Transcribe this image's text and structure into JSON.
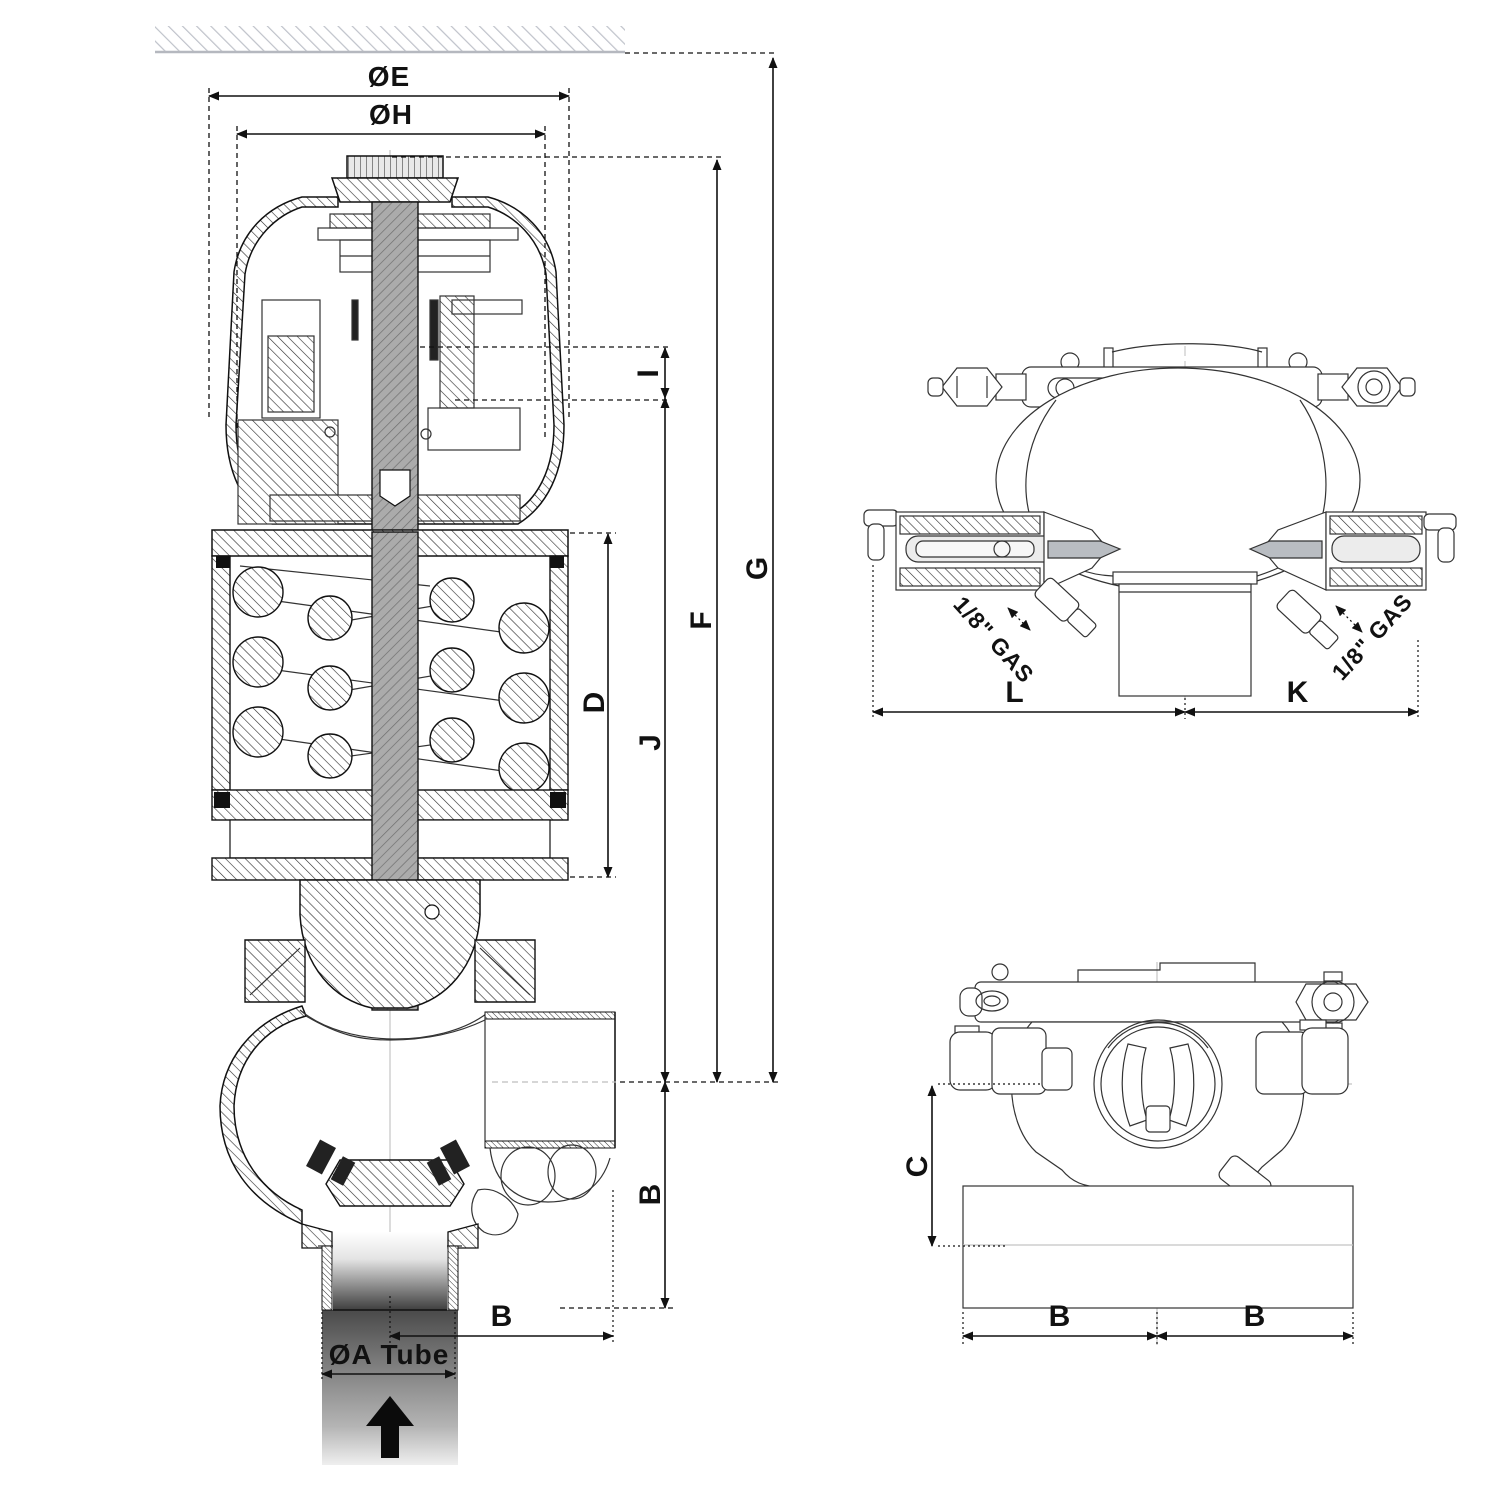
{
  "drawing": {
    "type": "valve-dimensional-drawing",
    "views": {
      "main_section_view": "cross-section of actuator, spring housing and valve body",
      "top_view": "side view with CIP connections",
      "front_view": "front view on tube base"
    }
  },
  "labels": {
    "main": {
      "oe": "ØE",
      "oh": "ØH",
      "i": "I",
      "g": "G",
      "f": "F",
      "j": "J",
      "d": "D",
      "b_side": "B",
      "b_bottom": "B",
      "oa_tube": "ØA Tube"
    },
    "top_view": {
      "gas_left": "1/8\" GAS",
      "gas_right": "1/8\" GAS",
      "l": "L",
      "k": "K"
    },
    "front_view": {
      "c": "C",
      "b_left": "B",
      "b_right": "B"
    }
  },
  "icons": {
    "flow_arrow": "flow-direction-up"
  },
  "colors": {
    "line": "#1a1a1a",
    "dimension": "#111111",
    "ceiling_hatch": "#c2c5cc",
    "centerline": "#c4c4c4",
    "metal_gray": "#b9bdc2",
    "stem_gray": "#a8a8a8",
    "flow_dark": "#3f3f3f",
    "background": "#ffffff"
  }
}
